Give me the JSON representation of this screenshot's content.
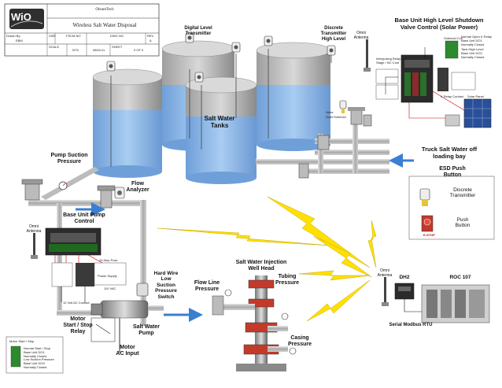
{
  "title_block": {
    "logo": "WiO",
    "company": "OleumTech",
    "title": "Wireless Salt Water Disposal",
    "drawn_by_label": "Drawn By:",
    "drawn_by": "EBM",
    "size_label": "SIZE",
    "fscm_label": "FSCM NO",
    "dwg_label": "DWG NO",
    "rev_label": "REV",
    "rev": "A",
    "scale_label": "SCALE",
    "scale": "NTS",
    "date": "08/01/11",
    "sheet_label": "SHEET",
    "sheet": "0 OF 0"
  },
  "labels": {
    "digital_level": "Digital Level\nTransmitter",
    "discrete_high": "Discrete\nTransmitter\nHigh Level",
    "omni_top": "Omni\nAntenna",
    "base_unit_hl": "Base Unit High Level Shutdown\nValve Control (Solar Power)",
    "tanks": "Salt Water\nTanks",
    "pump_suction": "Pump Suction\nPressure",
    "flow_analyzer": "Flow\nAnalyzer",
    "truck": "Truck Salt Water off\nloading bay",
    "esd": "ESD Push\nButton",
    "discrete_tx": "Discrete\nTransmitter",
    "push_button": "Push\nButton",
    "base_pump": "Base Unit Pump\nControl",
    "omni_left": "Omni\nAntenna",
    "hardwire": "Hard Wire\nLow\nSuction\nPressure\nSwitch",
    "injection": "Salt Water Injection\nWell Head",
    "tubing": "Tubing\nPressure",
    "flowline": "Flow Line\nPressure",
    "omni_right": "Omni\nAntenna",
    "dh2": "DH2",
    "roc": "ROC 107",
    "motor_relay": "Motor\nStart / Stop\nRelay",
    "sw_pump": "Salt Water\nPump",
    "motor_ac": "Motor\nAC Input",
    "casing": "Casing\nPressure",
    "serial": "Serial Modbus RTU"
  },
  "small_text": {
    "interposing_relay": "Interposing Relay Coil\nStage / NC Cont",
    "k_relay": "K Relay Contact",
    "solar_panel": "Solar Panel",
    "solenoid": "Solenoid Coil",
    "normal_open": "Normal Open K Relay\nBase Unit DO1\nNormally Closed",
    "tank_high": "Tank High Level\nBase Unit DO2\nNormally Closed",
    "valve": "Valve",
    "solid_solenoid": "Solid Solenoid",
    "power_supply": "Power Supply",
    "relay_24v": "24 Amp Fuse",
    "motor_start_box": "Motor Start / Stop",
    "normal_start": "Normal Start / Stop\nBase Unit DO1\nNormally Closed",
    "low_suction": "Low Suction Pressure\nBase Unit DO3\nNormally Closed",
    "ac_contact": "12 Volt AC Contact",
    "ac_line": "110 VAC",
    "estop": "E-STOP"
  },
  "colors": {
    "water": "#8fb8e6",
    "tank_top": "#bdbdbd",
    "pipe": "#c0c0c0",
    "arrow": "#3a7fd0",
    "lightning": "#ffe000",
    "panel": "#2b2b2b"
  }
}
